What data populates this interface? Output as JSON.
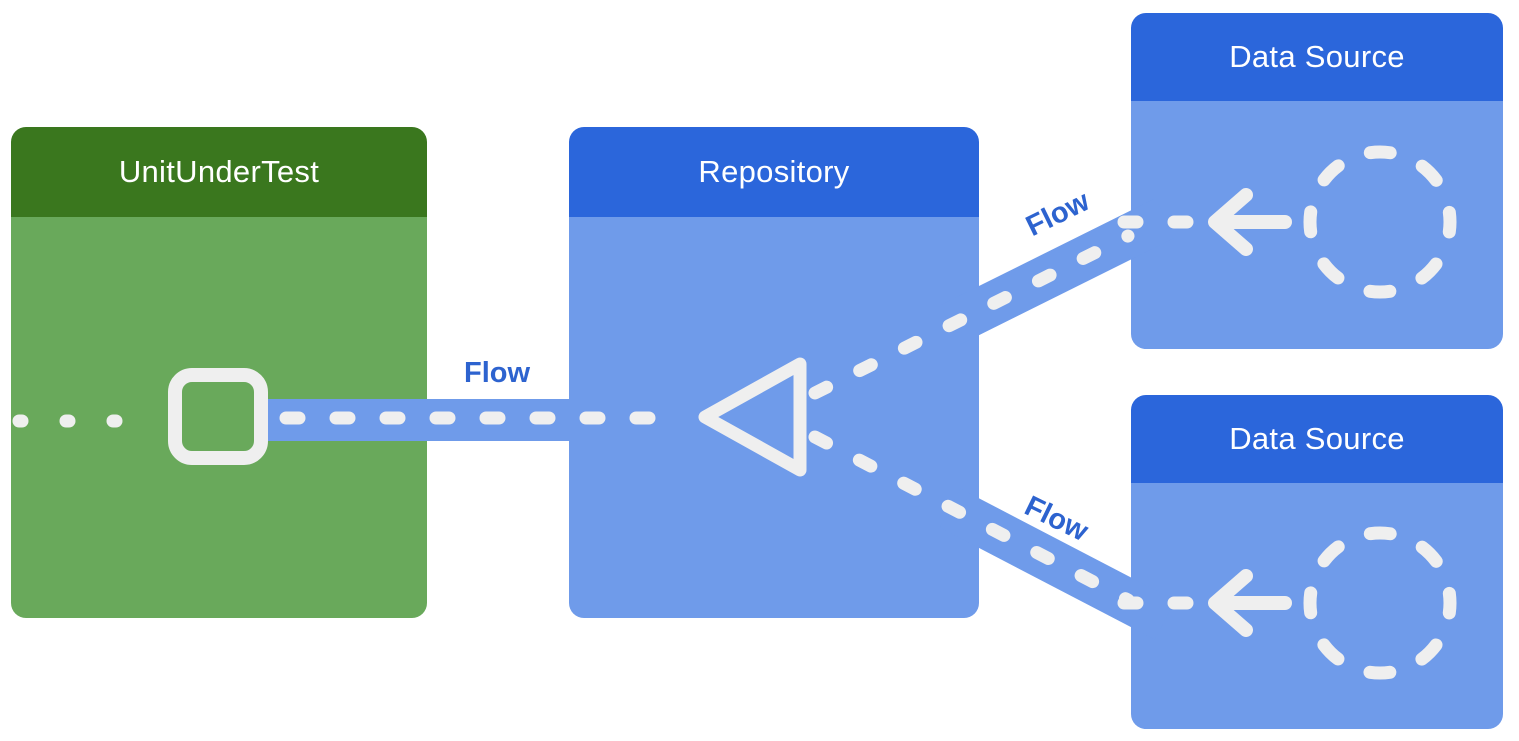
{
  "colors": {
    "green_header": "#3A771E",
    "green_body": "#69A95B",
    "blue_header": "#2B66DB",
    "blue_body": "#6F9BEA",
    "dash": "#EFEFEF",
    "flow": "#2D63CF",
    "bg": "#FFFFFF"
  },
  "nodes": {
    "unit_under_test": {
      "title": "UnitUnderTest"
    },
    "repository": {
      "title": "Repository"
    },
    "data_source_top": {
      "title": "Data Source"
    },
    "data_source_bottom": {
      "title": "Data Source"
    }
  },
  "edges": {
    "repo_to_unit": {
      "label": "Flow"
    },
    "ds_top_to_repo": {
      "label": "Flow"
    },
    "ds_bottom_to_repo": {
      "label": "Flow"
    }
  }
}
